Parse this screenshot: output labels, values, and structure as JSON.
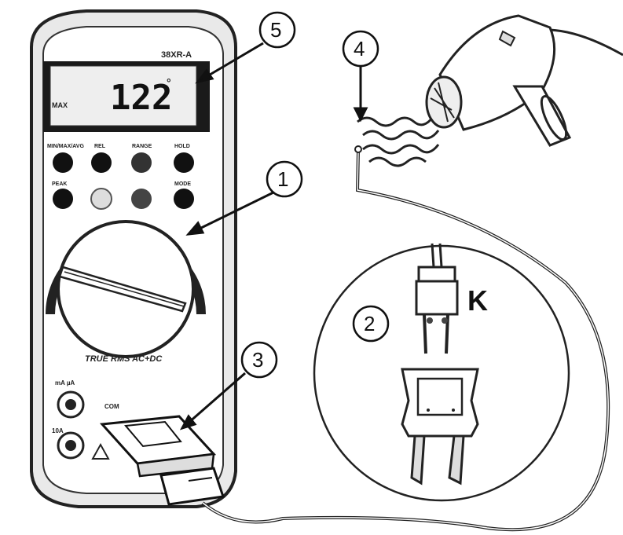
{
  "meter": {
    "model": "38XR-A",
    "display_reading": "122",
    "display_unit": "°",
    "display_mode": "MAX",
    "keys_row1": [
      "MIN/MAX/AVG",
      "REL",
      "RANGE",
      "HOLD"
    ],
    "keys_row2": [
      "PEAK",
      "",
      "",
      "MODE"
    ],
    "brand_line": "TRUE RMS AC+DC",
    "jack_com": "COM",
    "jack_left_top": "mA µA",
    "jack_left_bottom": "10A"
  },
  "callouts": [
    "1",
    "2",
    "3",
    "4",
    "5"
  ],
  "connector": {
    "type_label": "K"
  }
}
